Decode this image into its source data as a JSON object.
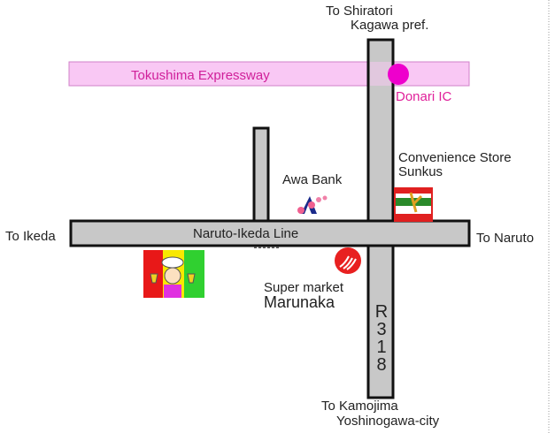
{
  "labels": {
    "north": "To Shiratori",
    "north2": "Kagawa pref.",
    "expressway": "Tokushima Expressway",
    "ic": "Donari IC",
    "store": "Convenience Store",
    "store2": "Sunkus",
    "bank": "Awa Bank",
    "line": "Naruto-Ikeda Line",
    "west": "To Ikeda",
    "east": "To Naruto",
    "market": "Super market",
    "market2": "Marunaka",
    "route": [
      "R",
      "3",
      "1",
      "8"
    ],
    "south": "To Kamojima",
    "south2": "Yoshinogawa-city"
  },
  "colors": {
    "road": "#c8c8c8",
    "expressway": "#f9c8f4",
    "ic": "#ee00cc",
    "ic_text": "#e0209a"
  }
}
